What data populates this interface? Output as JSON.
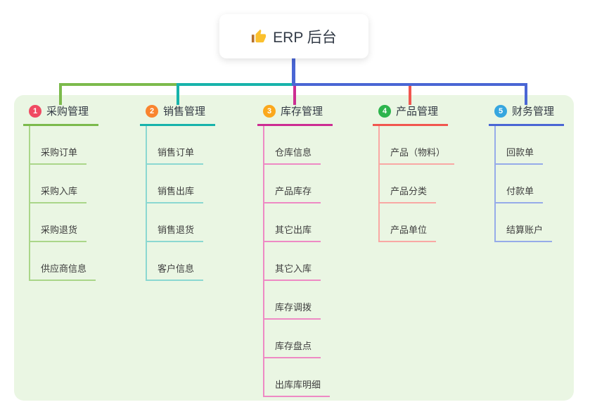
{
  "root": {
    "label": "ERP 后台",
    "icon": "thumbs-up-icon"
  },
  "colors": {
    "page_bg": "#ffffff",
    "panel_bg": "#eaf6e3",
    "root_line": "#4a66d4",
    "root_text": "#333b47"
  },
  "branches": [
    {
      "index": "1",
      "label": "采购管理",
      "badge_color": "#f04a62",
      "line_color": "#7cba4c",
      "light_line_color": "#aad689",
      "children": [
        "采购订单",
        "采购入库",
        "采购退货",
        "供应商信息"
      ]
    },
    {
      "index": "2",
      "label": "销售管理",
      "badge_color": "#f9842f",
      "line_color": "#17b3ab",
      "light_line_color": "#8bd8d1",
      "children": [
        "销售订单",
        "销售出库",
        "销售退货",
        "客户信息"
      ]
    },
    {
      "index": "3",
      "label": "库存管理",
      "badge_color": "#fba81c",
      "line_color": "#cc2d92",
      "light_line_color": "#ee8ac4",
      "children": [
        "仓库信息",
        "产品库存",
        "其它出库",
        "其它入库",
        "库存调拨",
        "库存盘点",
        "出库库明细"
      ]
    },
    {
      "index": "4",
      "label": "产品管理",
      "badge_color": "#2db44d",
      "line_color": "#f1564f",
      "light_line_color": "#f9a8a4",
      "children": [
        "产品（物料）",
        "产品分类",
        "产品单位"
      ]
    },
    {
      "index": "5",
      "label": "财务管理",
      "badge_color": "#36a6df",
      "line_color": "#4a66d4",
      "light_line_color": "#96abe9",
      "children": [
        "回款单",
        "付款单",
        "结算账户"
      ]
    }
  ]
}
